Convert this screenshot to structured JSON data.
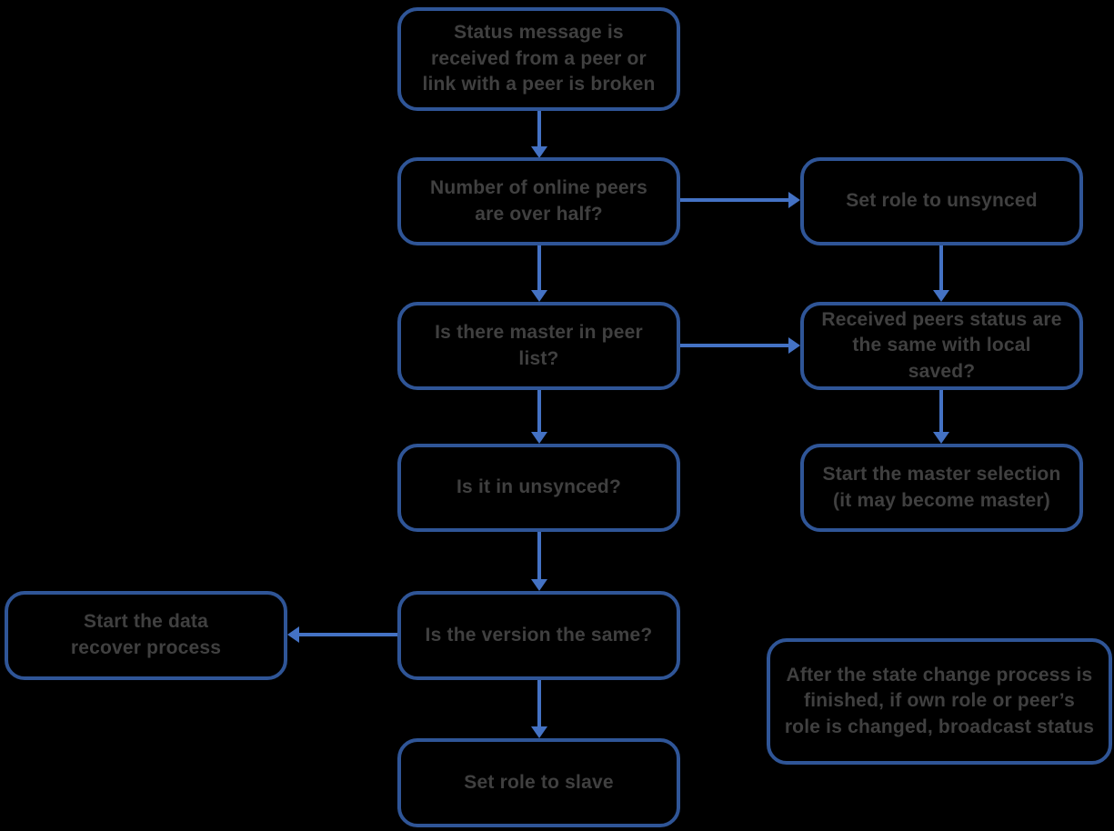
{
  "colors": {
    "background": "#000000",
    "box_border": "#2F5597",
    "arrow": "#4472C4",
    "text": "#404040"
  },
  "nodes": [
    {
      "id": "status-message-received",
      "label": "Status message is\nreceived from a peer or\nlink with a peer is broken"
    },
    {
      "id": "peers-over-half",
      "label": "Number of online peers\nare over half?"
    },
    {
      "id": "set-role-unsynced",
      "label": "Set role to unsynced"
    },
    {
      "id": "master-in-peer-list",
      "label": "Is there master in peer list?"
    },
    {
      "id": "received-status-same",
      "label": "Received peers status are\nthe same with local saved?"
    },
    {
      "id": "is-it-in-unsynced",
      "label": "Is it in unsynced?"
    },
    {
      "id": "start-master-selection",
      "label": "Start the master selection\n(it may become master)"
    },
    {
      "id": "is-version-same",
      "label": "Is the version the same?"
    },
    {
      "id": "start-data-recover",
      "label": "Start the data\nrecover process"
    },
    {
      "id": "set-role-slave",
      "label": "Set role to slave"
    },
    {
      "id": "broadcast-status-note",
      "label": "After the state change process is\nfinished, if own role or peer’s\nrole is changed, broadcast status"
    }
  ],
  "edges": [
    {
      "from": "status-message-received",
      "to": "peers-over-half",
      "direction": "down"
    },
    {
      "from": "peers-over-half",
      "to": "set-role-unsynced",
      "direction": "right"
    },
    {
      "from": "peers-over-half",
      "to": "master-in-peer-list",
      "direction": "down"
    },
    {
      "from": "set-role-unsynced",
      "to": "received-status-same",
      "direction": "down"
    },
    {
      "from": "master-in-peer-list",
      "to": "received-status-same",
      "direction": "right"
    },
    {
      "from": "master-in-peer-list",
      "to": "is-it-in-unsynced",
      "direction": "down"
    },
    {
      "from": "received-status-same",
      "to": "start-master-selection",
      "direction": "down"
    },
    {
      "from": "is-it-in-unsynced",
      "to": "is-version-same",
      "direction": "down"
    },
    {
      "from": "is-version-same",
      "to": "start-data-recover",
      "direction": "left"
    },
    {
      "from": "is-version-same",
      "to": "set-role-slave",
      "direction": "down"
    }
  ]
}
